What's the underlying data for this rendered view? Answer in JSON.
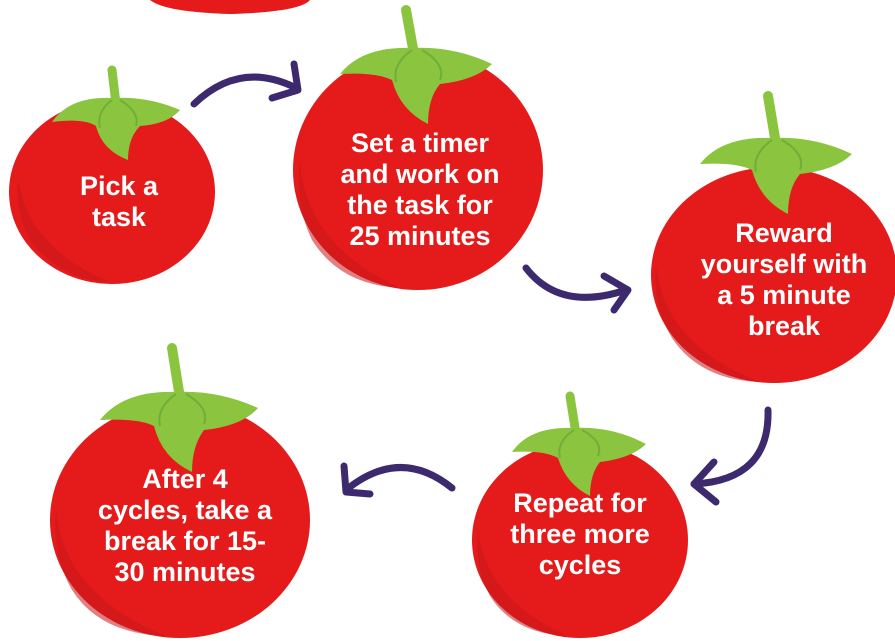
{
  "diagram": {
    "colors": {
      "tomato": "#e51a1a",
      "tomato_shade": "#d41c1f",
      "leaf": "#8bc53f",
      "leaf_dark": "#5d9b35",
      "arrow": "#3d2a6e",
      "text": "#ffffff"
    },
    "steps": [
      {
        "lines": [
          "Pick a",
          "task"
        ]
      },
      {
        "lines": [
          "Set a timer",
          "and work on",
          "the task for",
          "25 minutes"
        ]
      },
      {
        "lines": [
          "Reward",
          "yourself with",
          "a 5 minute",
          "break"
        ]
      },
      {
        "lines": [
          "Repeat for",
          "three more",
          "cycles"
        ]
      },
      {
        "lines": [
          "After 4",
          "cycles, take a",
          "break for 15-",
          "30 minutes"
        ]
      }
    ],
    "flow": [
      "step-1 to step-2",
      "step-2 to step-3",
      "step-3 to step-4",
      "step-4 to step-5"
    ]
  }
}
